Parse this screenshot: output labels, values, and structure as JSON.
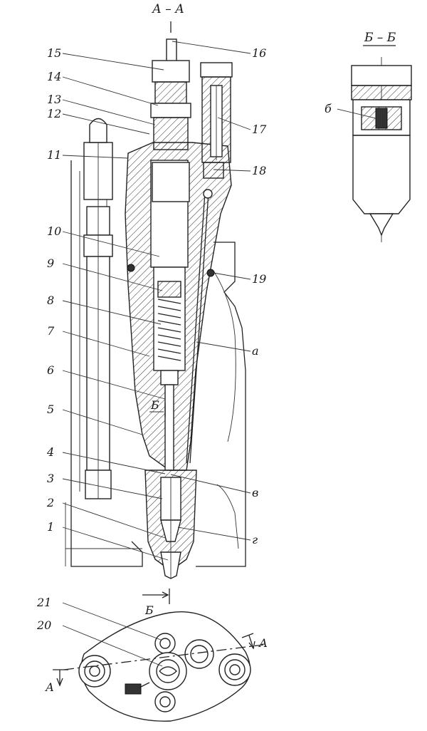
{
  "section_titles": {
    "main": "А – А",
    "detail": "Б – Б"
  },
  "callouts": {
    "n1": "1",
    "n2": "2",
    "n3": "3",
    "n4": "4",
    "n5": "5",
    "n6": "6",
    "n7": "7",
    "n8": "8",
    "n9": "9",
    "n10": "10",
    "n11": "11",
    "n12": "12",
    "n13": "13",
    "n14": "14",
    "n15": "15",
    "n16": "16",
    "n17": "17",
    "n18": "18",
    "n19": "19",
    "n20": "20",
    "n21": "21",
    "a": "а",
    "v": "в",
    "g": "г",
    "b_detail": "б",
    "b_section": "Б",
    "b_mark": "Б",
    "A_left": "А",
    "A_right": "А"
  },
  "colors": {
    "ink": "#222222",
    "paper": "#ffffff"
  }
}
